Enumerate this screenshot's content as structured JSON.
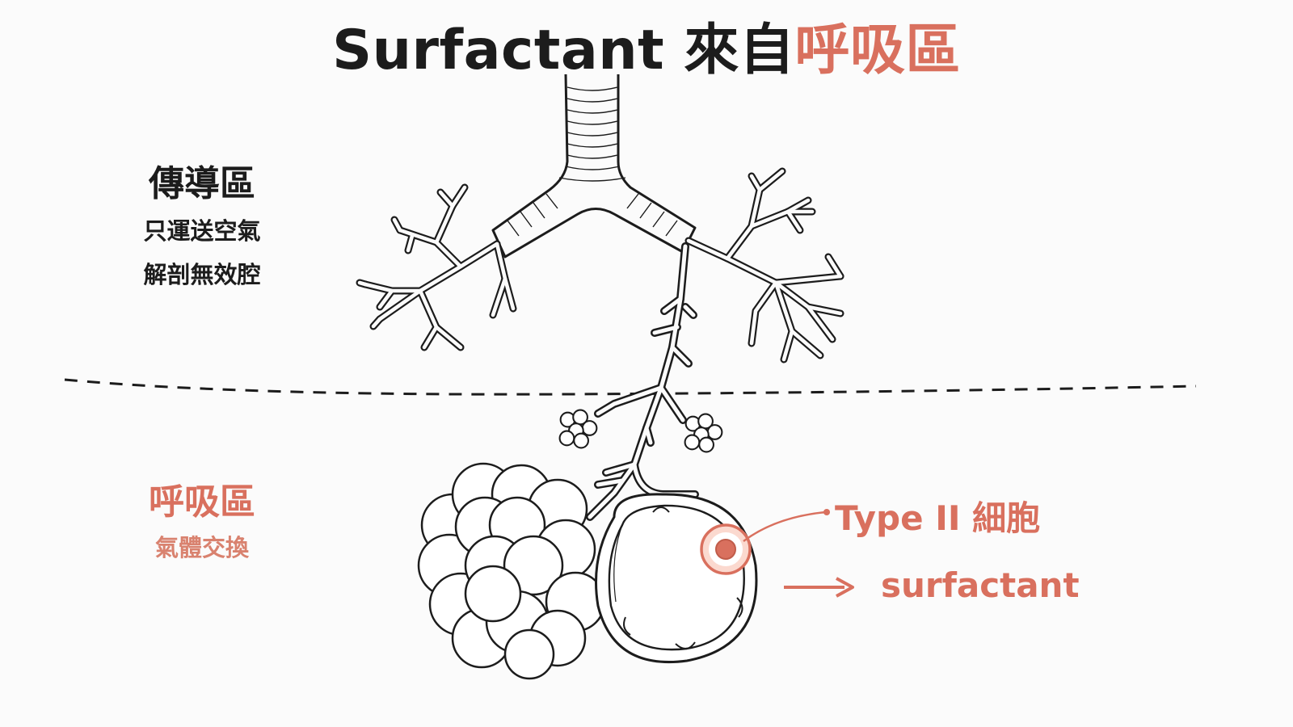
{
  "title": {
    "main": "Surfactant 來自",
    "highlight": "呼吸區"
  },
  "conducting_zone": {
    "heading": "傳導區",
    "line1": "只運送空氣",
    "line2": "解剖無效腔"
  },
  "respiratory_zone": {
    "heading": "呼吸區",
    "line1": "氣體交換"
  },
  "callouts": {
    "cell_label": "Type II 細胞",
    "product_label": "surfactant"
  },
  "colors": {
    "accent": "#d9705e",
    "ink": "#1c1c1c",
    "background": "#fbfbfb"
  },
  "icons": {
    "arrow": "right-arrow-icon"
  }
}
